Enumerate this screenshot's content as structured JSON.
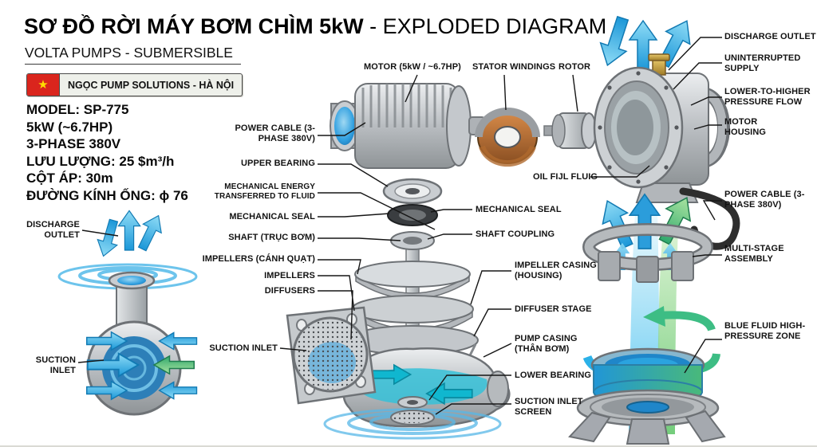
{
  "header": {
    "title_bold": "SƠ ĐỒ RỜI MÁY BƠM CHÌM 5kW",
    "title_light": " - EXPLODED DIAGRAM",
    "subtitle": "VOLTA PUMPS - SUBMERSIBLE",
    "badge": {
      "flag_icon": "vietnam-flag-icon",
      "text": "NGỌC PUMP SOLUTIONS - HÀ NỘI"
    }
  },
  "specs": {
    "model": "MODEL: SP-775",
    "power": "5kW (~6.7HP)",
    "phase": "3-PHASE 380V",
    "flow": "LƯU LƯỢNG: 25 $m³/h",
    "head": "CỘT ÁP: 30m",
    "pipe": "ĐƯỜNG KÍNH ỐNG: ϕ 76"
  },
  "labels": {
    "motor": "MOTOR (5kW / ~6.7HP)",
    "stator": "STATOR WINDINGS",
    "rotor": "ROTOR",
    "discharge_outlet": "DISCHARGE OUTLET",
    "uninterrupted_supply": "UNINTERRUPTED SUPPLY",
    "pressure_flow": "LOWER-TO-HIGHER PRESSURE FLOW",
    "motor_housing": "MOTOR HOUSING",
    "power_cable_left": "POWER CABLE (3-PHASE 380V)",
    "upper_bearing": "UPPER BEARING",
    "mech_energy": "MECHANICAL ENERGY TRANSFERRED TO FLUID",
    "mech_seal_left": "MECHANICAL SEAL",
    "shaft": "SHAFT (TRỤC BƠM)",
    "impellers_vn": "IMPELLERS (CÁNH QUẠT)",
    "impellers": "IMPELLERS",
    "diffusers": "DIFFUSERS",
    "suction_inlet_center": "SUCTION INLET",
    "oil_fill": "OIL FIJL FLUIG",
    "mech_seal_right": "MECHANICAL SEAL",
    "shaft_coupling": "SHAFT COUPLING",
    "impeller_casing": "IMPELLER CASING (HOUSING)",
    "diffuser_stage": "DIFFUSER STAGE",
    "pump_casing": "PUMP CASING (THÂN BƠM)",
    "lower_bearing": "LOWER BEARING",
    "suction_screen": "SUCTION INLET SCREEN",
    "power_cable_right": "POWER CABLE (3-PHASE 380V)",
    "multi_stage": "MULTI-STAGE ASSEMBLY",
    "blue_fluid": "BLUE FLUID HIGH-PRESSURE ZONE",
    "inset_discharge": "DISCHARGE OUTLET",
    "inset_suction": "SUCTION INLET"
  },
  "colors": {
    "accent_cyan": "#29abe2",
    "accent_green": "#3db887",
    "steel": "#b8bcc0",
    "copper": "#c0763c",
    "brass": "#cfa640",
    "flag_red": "#da251d",
    "star_yellow": "#ffde00",
    "label_ink": "#121212"
  }
}
